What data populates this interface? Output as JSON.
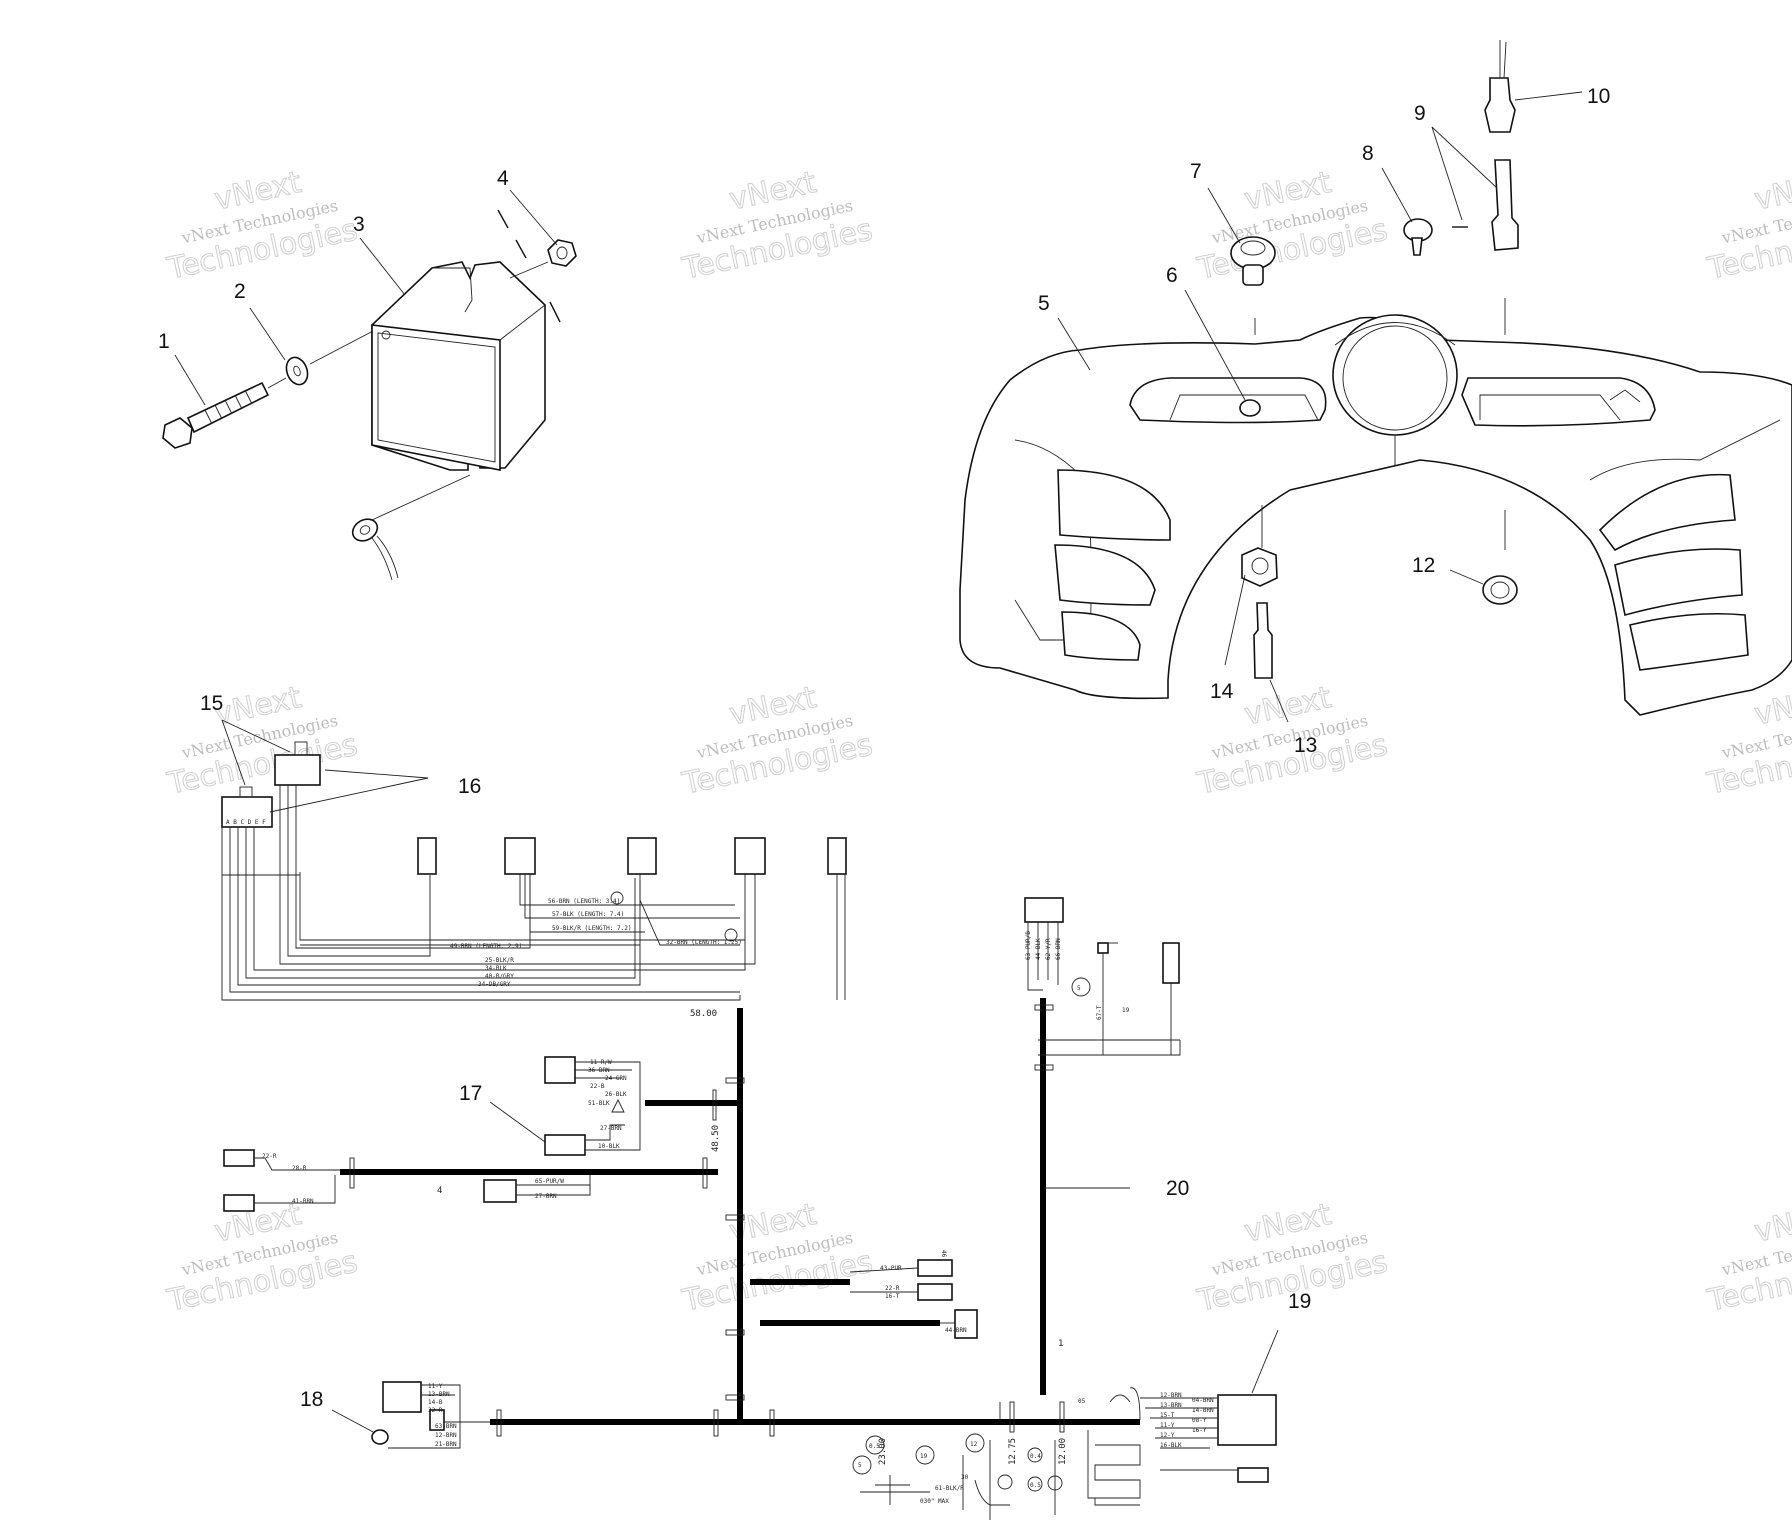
{
  "callouts": [
    "1",
    "2",
    "3",
    "4",
    "5",
    "6",
    "7",
    "8",
    "9",
    "10",
    "12",
    "13",
    "14",
    "15",
    "16",
    "17",
    "18",
    "19",
    "20"
  ],
  "watermark": {
    "line1": "vNext",
    "line2": "vNext Technologies",
    "line3": "Technologies"
  },
  "harness_labels": {
    "dim_58_00": "58.00",
    "dim_48_50": "48.50",
    "dim_23_00": "23.00",
    "dim_12_75": "12.75",
    "dim_12_00": "12.00",
    "dim_max": "030\" MAX",
    "circle_5": "5",
    "circle_19": "19",
    "circle_30": "30",
    "circle_12": "12",
    "circle_0_5a": "0.5",
    "circle_0_5b": "0.5",
    "circle_0_4": "0.4",
    "label_19": "19",
    "label_05": "05",
    "label_4": "4",
    "label_1": "1",
    "label_46": "46",
    "connector_letters": "A B C D E F",
    "wire_len_a": "56-BRN (LENGTH: 3.4)",
    "wire_len_b": "57-BLK (LENGTH: 7.4)",
    "wire_len_c": "59-BLK/R (LENGTH: 7.2)",
    "wire_len_d": "32-BRN (LENGTH: 1.25)",
    "wire_len_e": "49-BRN (LENGTH: 2.9)",
    "wire_e1": "25-BLK/R",
    "wire_e2": "34-BLK",
    "wire_e3": "40-B/GRY",
    "wire_e4": "34-DB/GRY",
    "wire_17a": "11-R/W",
    "wire_17b": "36-BRN",
    "wire_17c": "24-GRN",
    "wire_17d": "22-B",
    "wire_17e": "26-BLK",
    "wire_17f": "51-BLK",
    "wire_17g": "27-BRN",
    "wire_17h": "10-BLK",
    "wire_left_a": "22-R",
    "wire_left_b": "28-R",
    "wire_left_c": "41-BRN",
    "wire_mid_a": "65-PUR/W",
    "wire_mid_b": "27-BRN",
    "wire_46a": "43-PUR",
    "wire_46b": "22-R",
    "wire_46c": "16-T",
    "wire_46d": "44-BRN",
    "wire_18a": "11-Y",
    "wire_18b": "13-BRN",
    "wire_18c": "14-B",
    "wire_18d": "32-R",
    "wire_18e": "63-BRN",
    "wire_18f": "12-BRN",
    "wire_18g": "21-BRN",
    "wire_19a": "12-BRN",
    "wire_19b": "13-BRN",
    "wire_19c": "15-T",
    "wire_19d": "11-Y",
    "wire_19e": "12-Y",
    "wire_19f": "16-BLK",
    "wire_19g": "04-BRN",
    "wire_19h": "14-BRN",
    "wire_19i": "08-Y",
    "wire_19j": "16-Y",
    "wire_bot": "61-BLK/R",
    "wire_top_a": "63-PUR/B",
    "wire_top_b": "44-BLK",
    "wire_top_c": "62-Y/R",
    "wire_top_d": "66-BRN",
    "wire_top_e": "67-T"
  }
}
